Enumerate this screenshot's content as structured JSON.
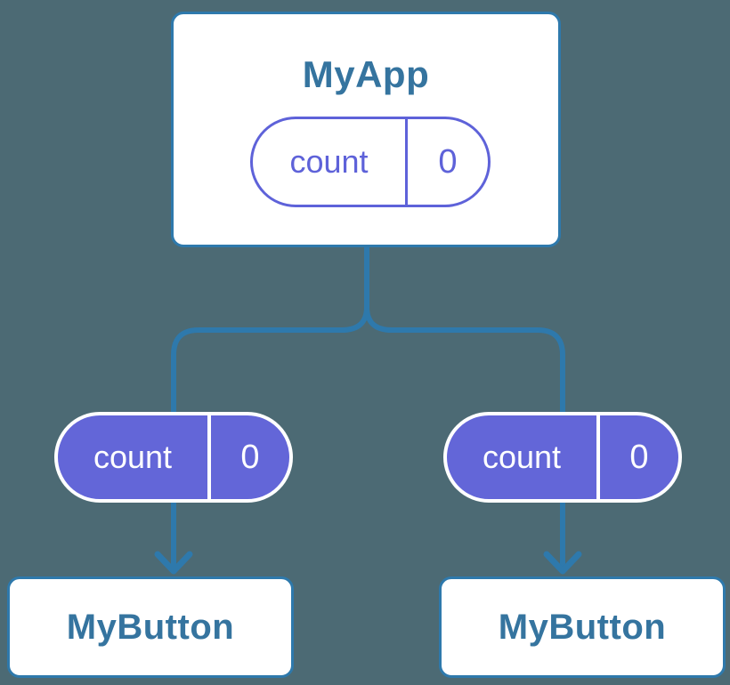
{
  "colors": {
    "background": "#4c6a74",
    "connector_blue": "#2e79ac",
    "heading_blue": "#35749f",
    "pill_purple_fill": "#6366d8",
    "pill_purple_ink": "#5e62d9",
    "white": "#ffffff"
  },
  "diagram": {
    "root": {
      "title": "MyApp",
      "state": {
        "name": "count",
        "value": "0"
      }
    },
    "children": [
      {
        "title": "MyButton",
        "prop": {
          "name": "count",
          "value": "0"
        }
      },
      {
        "title": "MyButton",
        "prop": {
          "name": "count",
          "value": "0"
        }
      }
    ]
  }
}
